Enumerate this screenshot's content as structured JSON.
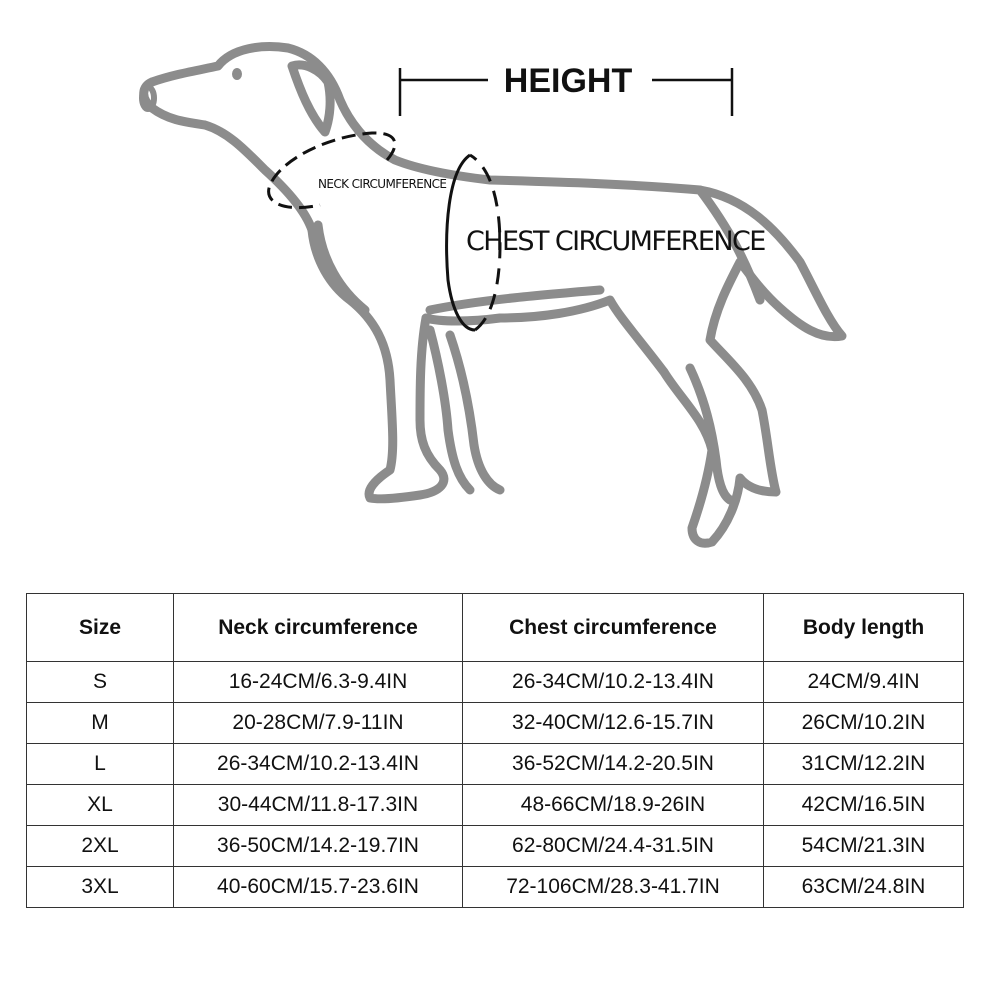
{
  "diagram": {
    "height_label": "HEIGHT",
    "neck_label": "NECK CIRCUMFERENCE",
    "chest_label": "CHEST CIRCUMFERENCE"
  },
  "colors": {
    "outline": "#8c8c8c",
    "marker": "#111111",
    "text": "#111111",
    "border": "#333333"
  },
  "size_table": {
    "headers": [
      "Size",
      "Neck circumference",
      "Chest circumference",
      "Body length"
    ],
    "rows": [
      [
        "S",
        "16-24CM/6.3-9.4IN",
        "26-34CM/10.2-13.4IN",
        "24CM/9.4IN"
      ],
      [
        "M",
        "20-28CM/7.9-11IN",
        "32-40CM/12.6-15.7IN",
        "26CM/10.2IN"
      ],
      [
        "L",
        "26-34CM/10.2-13.4IN",
        "36-52CM/14.2-20.5IN",
        "31CM/12.2IN"
      ],
      [
        "XL",
        "30-44CM/11.8-17.3IN",
        "48-66CM/18.9-26IN",
        "42CM/16.5IN"
      ],
      [
        "2XL",
        "36-50CM/14.2-19.7IN",
        "62-80CM/24.4-31.5IN",
        "54CM/21.3IN"
      ],
      [
        "3XL",
        "40-60CM/15.7-23.6IN",
        "72-106CM/28.3-41.7IN",
        "63CM/24.8IN"
      ]
    ]
  }
}
